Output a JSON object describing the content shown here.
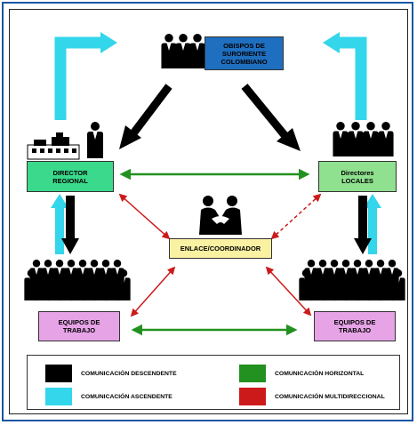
{
  "nodes": {
    "obispos": "OBISPOS DE\nSURORIENTE\nCOLOMBIANO",
    "director_regional": "DIRECTOR\nREGIONAL",
    "directores_locales": "Directores\nLOCALES",
    "enlace": "ENLACE/COORDINADOR",
    "equipos_left": "EQUIPOS DE\nTRABAJO",
    "equipos_right": "EQUIPOS DE\nTRABAJO"
  },
  "legend": {
    "descendente": "COMUNICACIÓN DESCENDENTE",
    "ascendente": "COMUNICACIÓN ASCENDENTE",
    "horizontal": "COMUNICACIÓN HORIZONTAL",
    "multidireccional": "COMUNICACIÓN MULTIDIRECCIONAL"
  },
  "colors": {
    "descendente": "#000000",
    "ascendente": "#33d6ea",
    "horizontal": "#22911f",
    "multidireccional": "#cc1a1a",
    "obispos_box": "#1f6fc0",
    "director_box": "#3bd98c",
    "locales_box": "#8fe08f",
    "enlace_box": "#fbf1a3",
    "equipos_box": "#e6a3e6",
    "frame": "#1a56a6"
  },
  "icons": {
    "people_top": "group-of-people-icon",
    "people_left": "person-icon",
    "building": "building-icon",
    "people_right": "group-of-people-icon",
    "handshake": "handshake-icon",
    "crowd_left": "crowd-icon",
    "crowd_right": "crowd-icon"
  }
}
